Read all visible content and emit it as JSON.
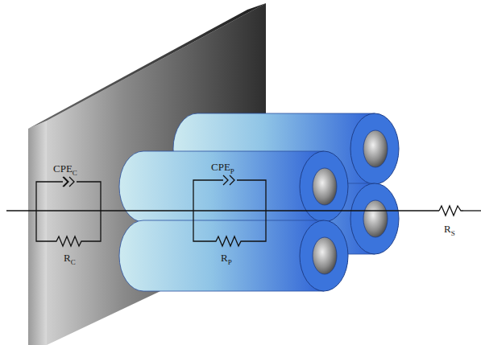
{
  "diagram": {
    "labels": [
      "CPEC",
      "RC",
      "CPEP",
      "RP",
      "RS"
    ]
  }
}
